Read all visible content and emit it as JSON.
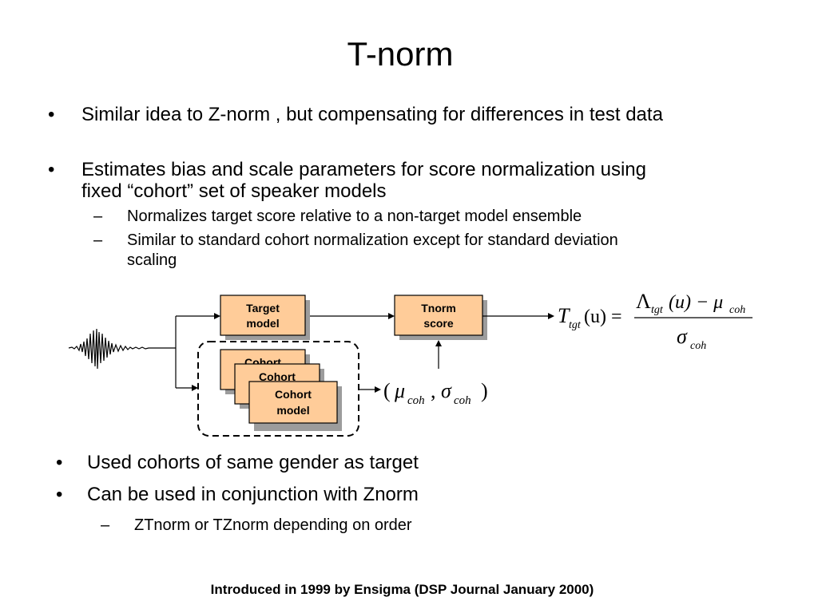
{
  "slide": {
    "title": "T-norm",
    "bullets": [
      {
        "text": "Similar idea to Z-norm , but compensating for differences in test data"
      },
      {
        "text_line1": "Estimates bias and scale parameters for score normalization using",
        "text_line2": "fixed “cohort” set of speaker models"
      }
    ],
    "sub_bullets": [
      {
        "text": "Normalizes target score relative to a non-target model ensemble"
      },
      {
        "text_line1": "Similar to standard cohort normalization except for standard deviation",
        "text_line2": "scaling"
      }
    ],
    "lower_bullets": [
      {
        "text": "Used cohorts of same gender as target"
      },
      {
        "text": "Can be used in conjunction with Znorm"
      }
    ],
    "lower_sub_bullet": {
      "text": "ZTnorm or TZnorm depending on order"
    },
    "bullet_mark": "•",
    "dash_mark": "–",
    "footer": "Introduced in 1999 by Ensigma (DSP Journal January 2000)"
  },
  "diagram": {
    "target_model": {
      "line1": "Target",
      "line2": "model"
    },
    "tnorm_score": {
      "line1": "Tnorm",
      "line2": "score"
    },
    "cohort_back": {
      "line1": "Cohort"
    },
    "cohort_mid": {
      "line1": "Cohort"
    },
    "cohort_front": {
      "line1": "Cohort",
      "line2": "model"
    },
    "box_fill": "#ffcc99",
    "formula": {
      "lhs_T": "T",
      "lhs_sub": "tgt",
      "lhs_arg": "(u) =",
      "num_Lambda": "Λ",
      "num_sub1": "tgt",
      "num_arg": "(u) − μ",
      "num_sub2": "coh",
      "den_sigma": "σ",
      "den_sub": "coh"
    },
    "cohort_params": {
      "open": "(",
      "mu": "μ",
      "mu_sub": "coh",
      "comma": ",",
      "sigma": "σ",
      "sigma_sub": "coh",
      "close": ")"
    }
  }
}
